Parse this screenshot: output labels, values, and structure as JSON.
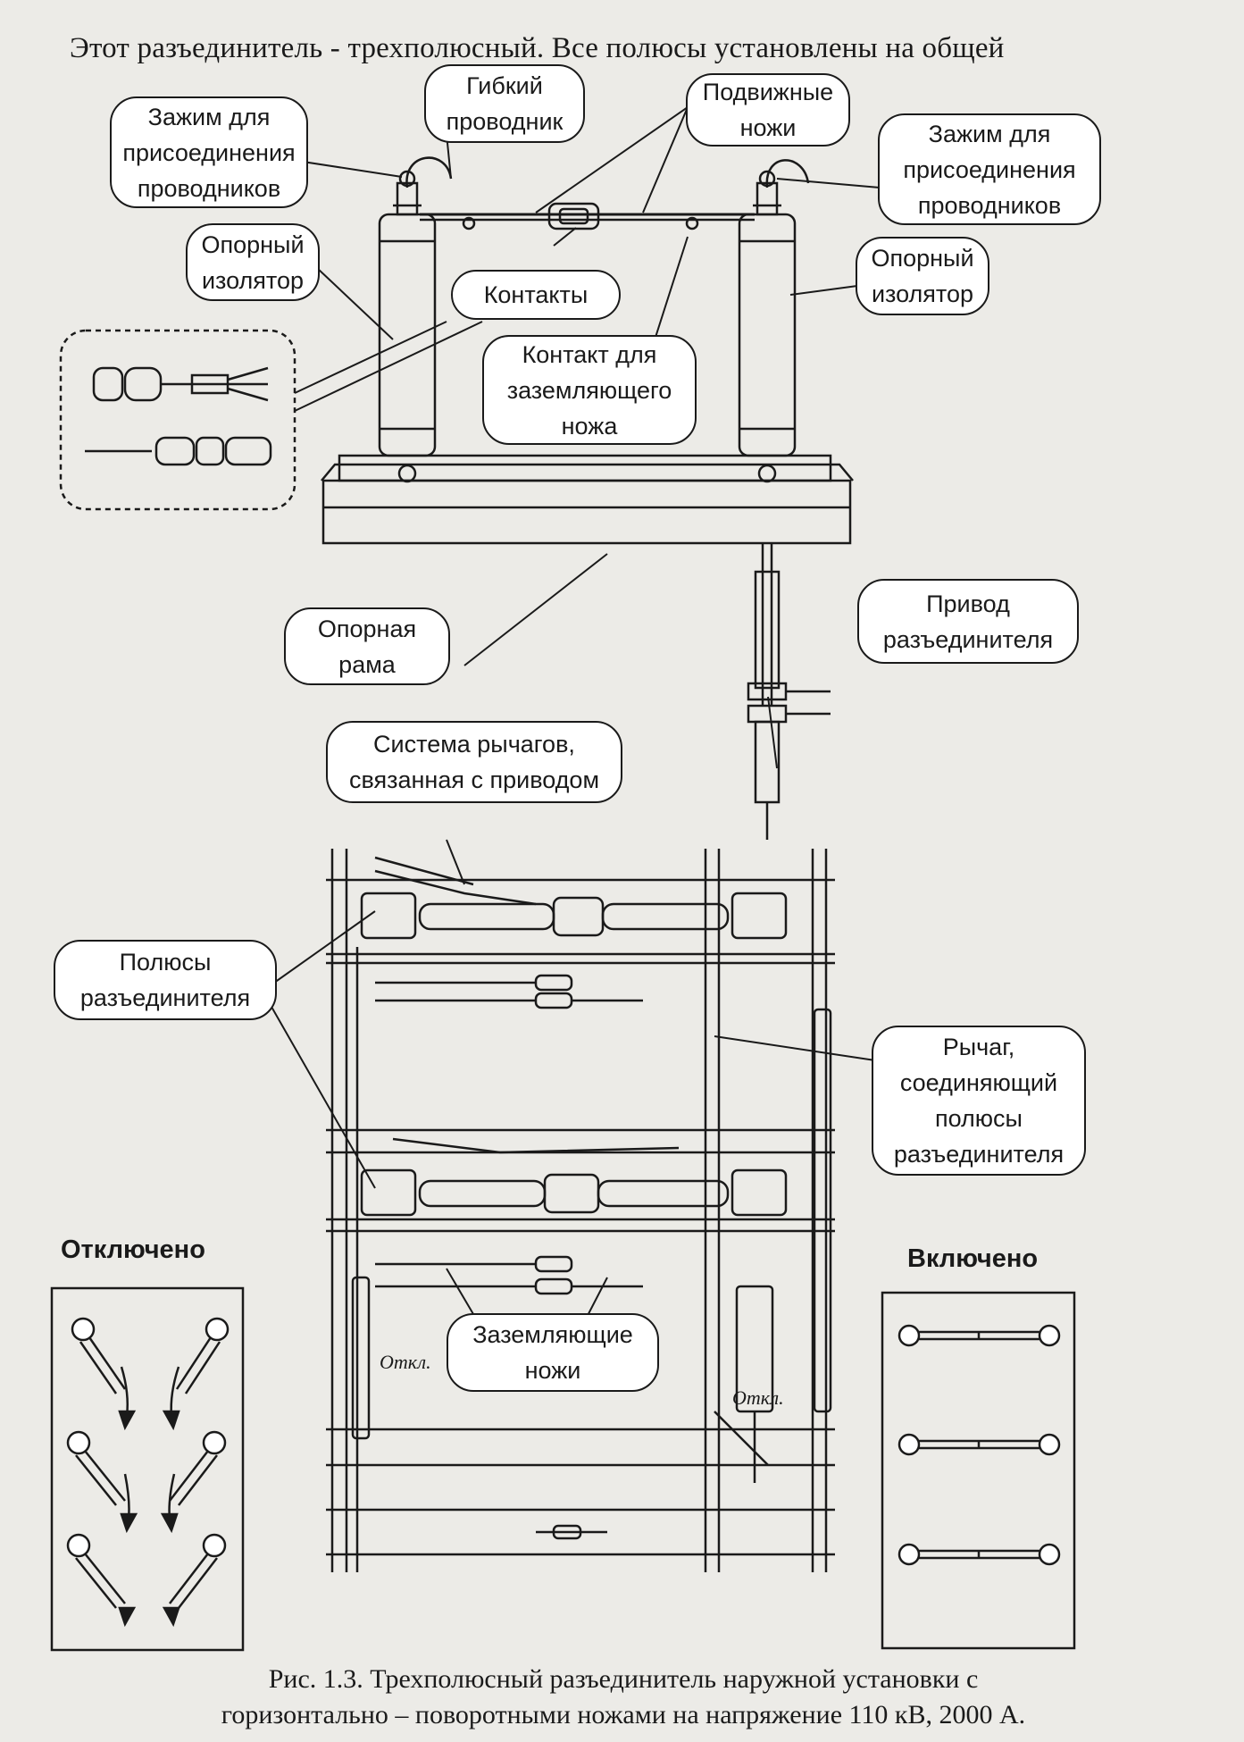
{
  "header": {
    "text": "Этот разъединитель - трехполюсный. Все полюсы установлены на общей"
  },
  "callouts": {
    "clamp_left": "Зажим для\nприсоединения\nпроводников",
    "flexible_conductor": "Гибкий\nпроводник",
    "movable_blades": "Подвижные\nножи",
    "clamp_right": "Зажим для\nприсоединения\nпроводников",
    "insulator_left": "Опорный\nизолятор",
    "insulator_right": "Опорный\nизолятор",
    "contacts": "Контакты",
    "ground_contact": "Контакт для\nзаземляющего\nножа",
    "support_frame": "Опорная\nрама",
    "drive": "Привод\nразъединителя",
    "lever_system": "Система рычагов,\nсвязанная с приводом",
    "poles": "Полюсы\nразъединителя",
    "connecting_lever": "Рычаг,\nсоединяющий\nполюсы\nразъединителя",
    "grounding_blades": "Заземляющие\nножи"
  },
  "states": {
    "off": "Отключено",
    "on": "Включено"
  },
  "drawing_marks": {
    "otkl_1": "Откл.",
    "otkl_2": "Откл."
  },
  "caption": {
    "line1": "Рис. 1.3. Трехполюсный разъединитель наружной установки с",
    "line2": "горизонтально – поворотными ножами на напряжение 110 кВ, 2000 А."
  }
}
